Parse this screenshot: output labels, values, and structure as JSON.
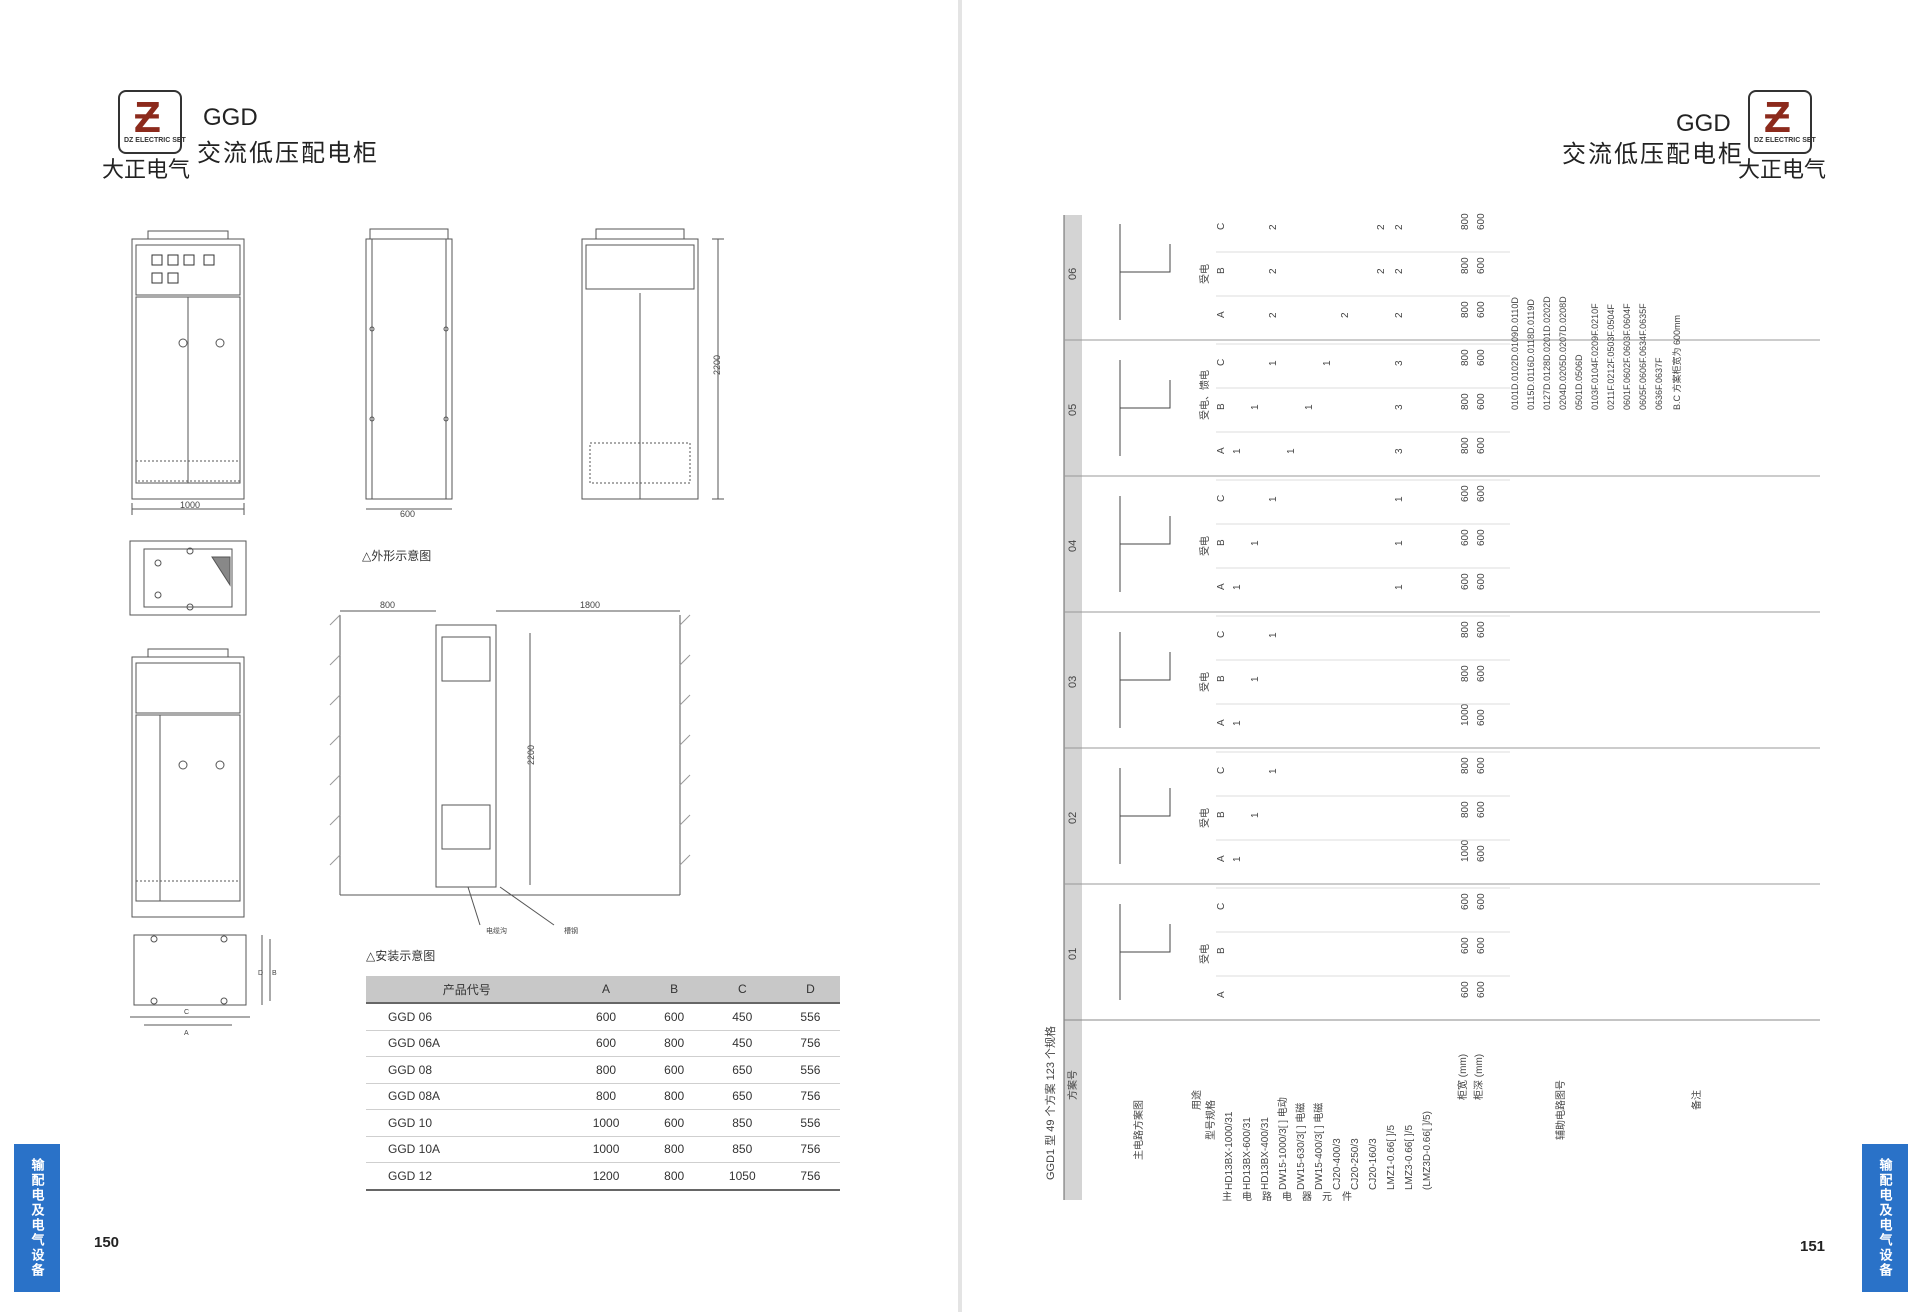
{
  "left": {
    "brand_cn": "大正电气",
    "brand_en": "DZ ELECTRIC SET",
    "title_en": "GGD",
    "title_cn": "交流低压配电柜",
    "page_number": "150",
    "side_tab": "输配电及电气设备",
    "dim_width": "1000",
    "dim_depth": "600",
    "dim_height": "2200",
    "caption_outline": "△外形示意图",
    "install": {
      "left": "800",
      "right": "1800",
      "height": "2200",
      "label1": "电缆沟",
      "label2": "槽钢"
    },
    "caption_install": "△安装示意图",
    "base_dims": {
      "a": "A",
      "b": "B",
      "c": "C",
      "d": "D"
    },
    "table": {
      "headers": [
        "产品代号",
        "A",
        "B",
        "C",
        "D"
      ],
      "rows": [
        [
          "GGD   06",
          "600",
          "600",
          "450",
          "556"
        ],
        [
          "GGD   06A",
          "600",
          "800",
          "450",
          "756"
        ],
        [
          "GGD   08",
          "800",
          "600",
          "650",
          "556"
        ],
        [
          "GGD   08A",
          "800",
          "800",
          "650",
          "756"
        ],
        [
          "GGD   10",
          "1000",
          "600",
          "850",
          "556"
        ],
        [
          "GGD   10A",
          "1000",
          "800",
          "850",
          "756"
        ],
        [
          "GGD   12",
          "1200",
          "800",
          "1050",
          "756"
        ]
      ]
    }
  },
  "right": {
    "title_en": "GGD",
    "title_cn": "交流低压配电柜",
    "brand_cn": "大正电气",
    "brand_en": "DZ ELECTRIC SET",
    "page_number": "151",
    "side_tab": "输配电及电气设备",
    "table_title": "GGD1 型 49 个方案 123 个规格",
    "row_labels": {
      "scheme_no": "方案号",
      "circuit": "主电路方案图",
      "usage": "用途",
      "model": "型号规格",
      "main_group": [
        "主",
        "电",
        "路",
        "电",
        "器",
        "元",
        "件"
      ],
      "components": [
        "HD13BX-1000/31",
        "HD13BX-600/31",
        "HD13BX-400/31",
        "DW15-1000/3[ ] 电动",
        "DW15-630/3[ ] 电磁",
        "DW15-400/3[ ] 电磁",
        "CJ20-400/3",
        "CJ20-250/3",
        "CJ20-160/3",
        "LMZ1-0.66[ ]/5",
        "LMZ3-0.66[ ]/5",
        "(LMZ3D-0.66[ ]/5)"
      ],
      "cab_width": "柜宽 (mm)",
      "cab_depth": "柜深 (mm)",
      "aux": "辅助电路图号",
      "note": "备注"
    },
    "schemes": [
      {
        "no": "01",
        "usage": "受电",
        "cols": [
          "A",
          "B",
          "C"
        ],
        "width": [
          "600",
          "600",
          "600"
        ],
        "depth": [
          "600",
          "600",
          "600"
        ]
      },
      {
        "no": "02",
        "usage": "受电",
        "cols": [
          "A",
          "B",
          "C"
        ],
        "width": [
          "1000",
          "800",
          "800"
        ],
        "depth": [
          "600",
          "600",
          "600"
        ]
      },
      {
        "no": "03",
        "usage": "受电",
        "cols": [
          "A",
          "B",
          "C"
        ],
        "width": [
          "1000",
          "800",
          "800"
        ],
        "depth": [
          "600",
          "600",
          "600"
        ]
      },
      {
        "no": "04",
        "usage": "受电",
        "cols": [
          "A",
          "B",
          "C"
        ],
        "width": [
          "600",
          "600",
          "600"
        ],
        "depth": [
          "600",
          "600",
          "600"
        ]
      },
      {
        "no": "05",
        "usage": "受电、馈电",
        "cols": [
          "A",
          "B",
          "C"
        ],
        "width": [
          "800",
          "800",
          "800"
        ],
        "depth": [
          "600",
          "600",
          "600"
        ]
      },
      {
        "no": "06",
        "usage": "受电",
        "cols": [
          "A",
          "B",
          "C"
        ],
        "width": [
          "800",
          "800",
          "800"
        ],
        "depth": [
          "600",
          "600",
          "600"
        ]
      }
    ],
    "component_marks": [
      {
        "scheme": 1,
        "col": 0,
        "row": 0,
        "v": "1"
      },
      {
        "scheme": 1,
        "col": 1,
        "row": 1,
        "v": "1"
      },
      {
        "scheme": 1,
        "col": 2,
        "row": 2,
        "v": "1"
      },
      {
        "scheme": 2,
        "col": 0,
        "row": 0,
        "v": "1"
      },
      {
        "scheme": 2,
        "col": 1,
        "row": 1,
        "v": "1"
      },
      {
        "scheme": 2,
        "col": 2,
        "row": 2,
        "v": "1"
      },
      {
        "scheme": 3,
        "col": 0,
        "row": 0,
        "v": "1"
      },
      {
        "scheme": 3,
        "col": 1,
        "row": 1,
        "v": "1"
      },
      {
        "scheme": 3,
        "col": 2,
        "row": 2,
        "v": "1"
      },
      {
        "scheme": 3,
        "col": 0,
        "row": 9,
        "v": "1"
      },
      {
        "scheme": 3,
        "col": 1,
        "row": 9,
        "v": "1"
      },
      {
        "scheme": 3,
        "col": 2,
        "row": 9,
        "v": "1"
      },
      {
        "scheme": 4,
        "col": 0,
        "row": 0,
        "v": "1"
      },
      {
        "scheme": 4,
        "col": 1,
        "row": 1,
        "v": "1"
      },
      {
        "scheme": 4,
        "col": 2,
        "row": 2,
        "v": "1"
      },
      {
        "scheme": 4,
        "col": 0,
        "row": 3,
        "v": "1"
      },
      {
        "scheme": 4,
        "col": 1,
        "row": 4,
        "v": "1"
      },
      {
        "scheme": 4,
        "col": 2,
        "row": 5,
        "v": "1"
      },
      {
        "scheme": 4,
        "col": 0,
        "row": 9,
        "v": "3"
      },
      {
        "scheme": 4,
        "col": 1,
        "row": 9,
        "v": "3"
      },
      {
        "scheme": 4,
        "col": 2,
        "row": 9,
        "v": "3"
      },
      {
        "scheme": 5,
        "col": 0,
        "row": 2,
        "v": "2"
      },
      {
        "scheme": 5,
        "col": 1,
        "row": 2,
        "v": "2"
      },
      {
        "scheme": 5,
        "col": 2,
        "row": 2,
        "v": "2"
      },
      {
        "scheme": 5,
        "col": 0,
        "row": 6,
        "v": "2"
      },
      {
        "scheme": 5,
        "col": 1,
        "row": 8,
        "v": "2"
      },
      {
        "scheme": 5,
        "col": 2,
        "row": 8,
        "v": "2"
      },
      {
        "scheme": 5,
        "col": 0,
        "row": 9,
        "v": "2"
      },
      {
        "scheme": 5,
        "col": 1,
        "row": 9,
        "v": "2"
      },
      {
        "scheme": 5,
        "col": 2,
        "row": 9,
        "v": "2"
      }
    ],
    "aux_codes": [
      "0101D.0102D.0109D.0110D",
      "0115D.0116D.0118D.0119D",
      "0127D.0128D.0201D.0202D",
      "0204D.0205D.0207D.0208D",
      "0501D.0506D",
      "0103F.0104F.0209F.0210F",
      "0211F.0212F.0503F.0504F",
      "0601F.0602F.0603F.0604F",
      "0605F.0606F.0634F.0635F",
      "0636F.0637F"
    ],
    "note_text": "B.C 方案柜宽为 600mm"
  }
}
